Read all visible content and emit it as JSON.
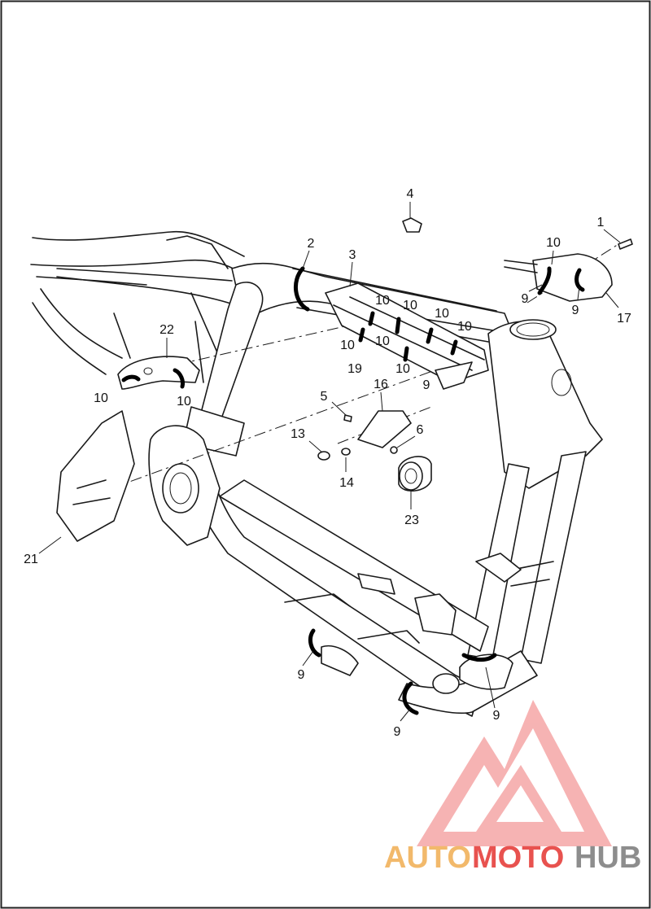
{
  "callouts": [
    {
      "id": "c1",
      "label": "1"
    },
    {
      "id": "c2",
      "label": "2"
    },
    {
      "id": "c3",
      "label": "3"
    },
    {
      "id": "c4",
      "label": "4"
    },
    {
      "id": "c5",
      "label": "5"
    },
    {
      "id": "c6",
      "label": "6"
    },
    {
      "id": "c9a",
      "label": "9"
    },
    {
      "id": "c9b",
      "label": "9"
    },
    {
      "id": "c9c",
      "label": "9"
    },
    {
      "id": "c9d",
      "label": "9"
    },
    {
      "id": "c9e",
      "label": "9"
    },
    {
      "id": "c9f",
      "label": "9"
    },
    {
      "id": "c10a",
      "label": "10"
    },
    {
      "id": "c10b",
      "label": "10"
    },
    {
      "id": "c10c",
      "label": "10"
    },
    {
      "id": "c10d",
      "label": "10"
    },
    {
      "id": "c10e",
      "label": "10"
    },
    {
      "id": "c10f",
      "label": "10"
    },
    {
      "id": "c10g",
      "label": "10"
    },
    {
      "id": "c10h",
      "label": "10"
    },
    {
      "id": "c10i",
      "label": "10"
    },
    {
      "id": "c10j",
      "label": "10"
    },
    {
      "id": "c13",
      "label": "13"
    },
    {
      "id": "c14",
      "label": "14"
    },
    {
      "id": "c16",
      "label": "16"
    },
    {
      "id": "c17",
      "label": "17"
    },
    {
      "id": "c19",
      "label": "19"
    },
    {
      "id": "c21",
      "label": "21"
    },
    {
      "id": "c22",
      "label": "22"
    },
    {
      "id": "c23",
      "label": "23"
    }
  ],
  "watermark": {
    "part1": "AUTO",
    "part2": "MOTO",
    "part3": "HUB",
    "colors": {
      "auto": "#f2b96b",
      "moto": "#e8524f",
      "hub": "#8d8d8d",
      "logo": "#f08080"
    }
  }
}
